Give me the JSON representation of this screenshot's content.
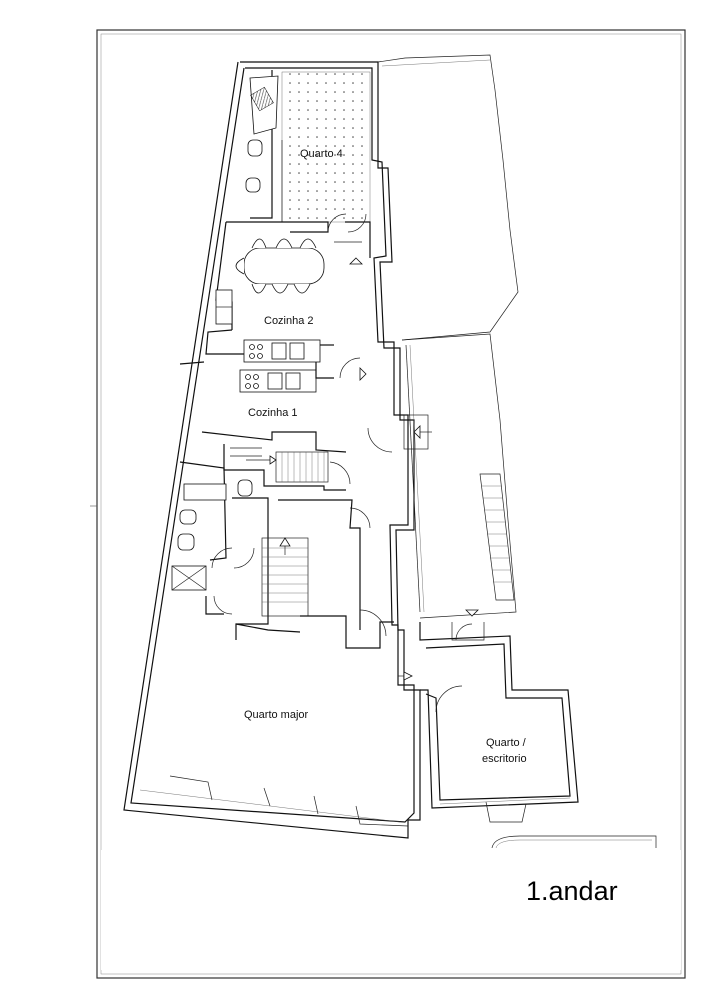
{
  "floor_title": "1.andar",
  "rooms": [
    {
      "id": "quarto-4",
      "label": "Quarto 4"
    },
    {
      "id": "cozinha-2",
      "label": "Cozinha 2"
    },
    {
      "id": "cozinha-1",
      "label": "Cozinha 1"
    },
    {
      "id": "quarto-major",
      "label": "Quarto major"
    },
    {
      "id": "quarto-escritorio",
      "label_line1": "Quarto /",
      "label_line2": "escritorio"
    }
  ]
}
